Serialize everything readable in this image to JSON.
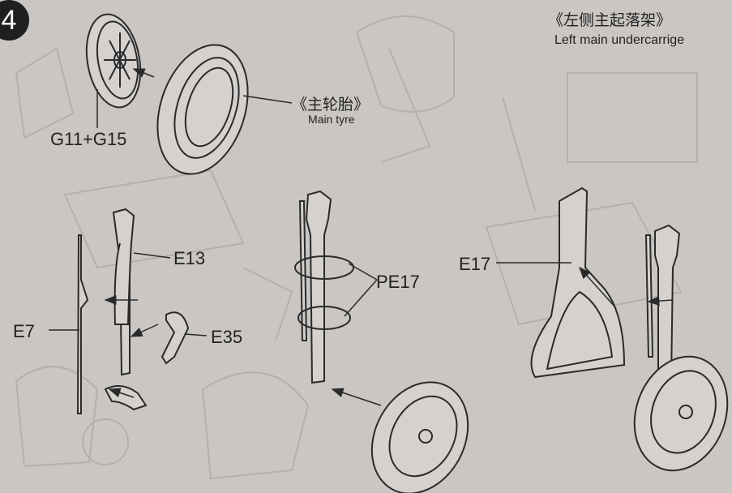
{
  "step": {
    "number": "4"
  },
  "title": {
    "chinese": "《左侧主起落架》",
    "english": "Left main undercarrige"
  },
  "tyre": {
    "chinese": "《主轮胎》",
    "english": "Main tyre"
  },
  "parts": {
    "wheel": "G11+G15",
    "strut": "E13",
    "rod": "E7",
    "arm": "E35",
    "pe_part": "PE17",
    "door": "E17"
  },
  "colors": {
    "background": "#c9c6c3",
    "line": "#2a2a2a",
    "step_circle": "#1f1f1f",
    "faint": "#a9a6a3"
  }
}
